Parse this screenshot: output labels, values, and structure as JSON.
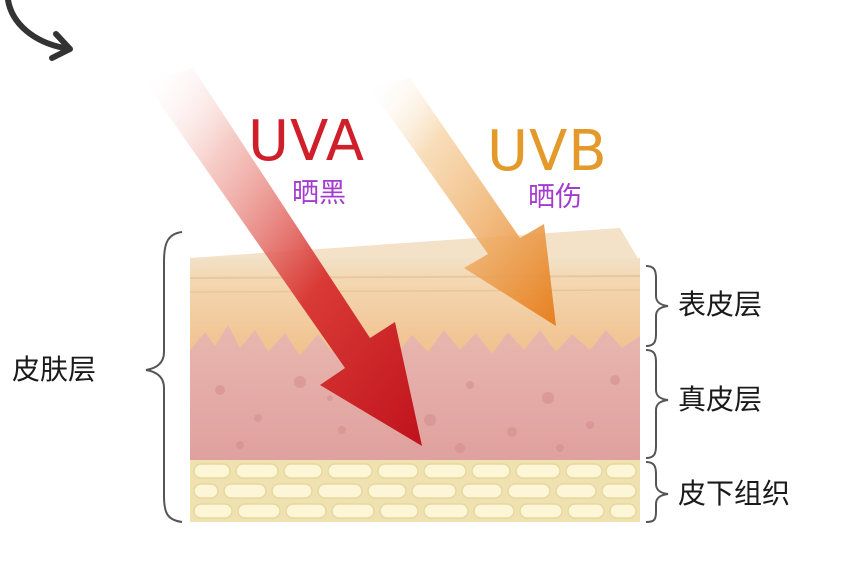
{
  "uva": {
    "name": "UVA",
    "effect": "晒黑",
    "name_color": "#cf1f2b",
    "effect_color": "#a33bd1"
  },
  "uvb": {
    "name": "UVB",
    "effect": "晒伤",
    "name_color": "#e39a2a",
    "effect_color": "#a33bd1"
  },
  "labels": {
    "skin": "皮肤层",
    "epidermis": "表皮层",
    "dermis": "真皮层",
    "subcutaneous": "皮下组织"
  },
  "colors": {
    "epidermis": "#f6d2a4",
    "epidermis_top": "#f3dcc0",
    "dermis": "#e8aaa6",
    "subcutaneous": "#f1e3b4",
    "fat_cell": "#fbf4cf",
    "uva_arrow": "#c8151f",
    "uvb_arrow": "#e88726"
  }
}
